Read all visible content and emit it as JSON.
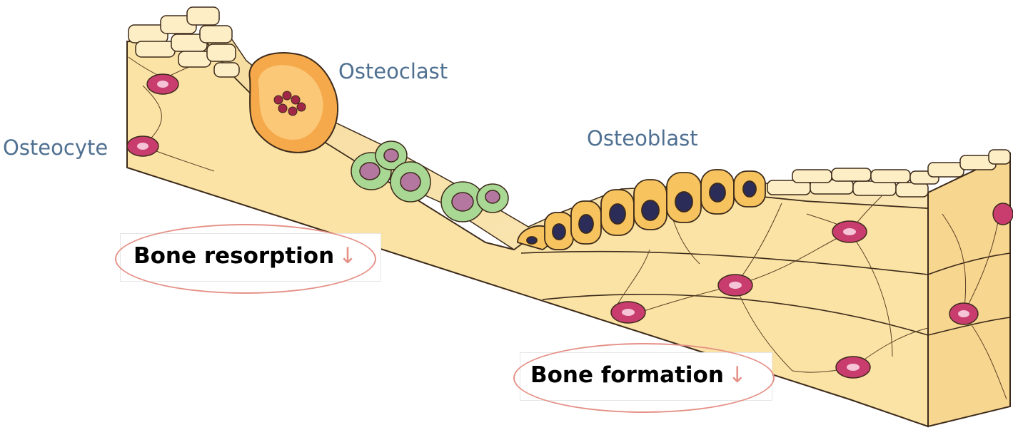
{
  "labels": {
    "osteocyte": "Osteocyte",
    "osteoclast": "Osteoclast",
    "osteoblast": "Osteoblast"
  },
  "outcomes": {
    "resorption": {
      "text": "Bone resorption",
      "arrow": "↓"
    },
    "formation": {
      "text": "Bone formation",
      "arrow": "↓"
    }
  },
  "colors": {
    "bone": "#fbe3a5",
    "bone_dark": "#eccb77",
    "bone_light": "#fdf0cb",
    "outline": "#3c2a1a",
    "osteocyte": "#c83c6e",
    "osteoclast": "#f5a94a",
    "osteoclast_nucleus": "#a02846",
    "macrophage": "#a8d894",
    "macrophage_nucleus": "#b478a0",
    "osteoblast": "#f6c35f",
    "osteoblast_nucleus": "#2b2c58",
    "label_text": "#4f7091",
    "highlight_oval": "#e59187"
  }
}
